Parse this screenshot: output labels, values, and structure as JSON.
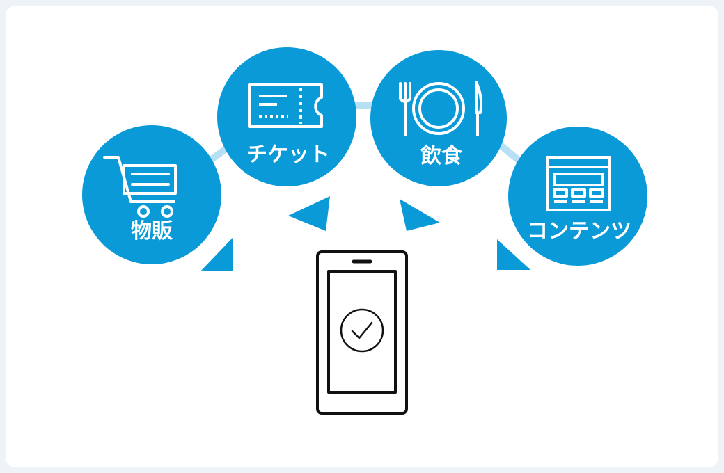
{
  "diagram": {
    "colors": {
      "circle": "#0a9ad8",
      "connector": "#b7e0f5",
      "icon": "#ffffff",
      "device": "#111111",
      "background": "#ffffff"
    },
    "nodes": [
      {
        "id": "merchandise",
        "label": "物販",
        "icon": "shopping-cart-icon"
      },
      {
        "id": "ticket",
        "label": "チケット",
        "icon": "ticket-icon"
      },
      {
        "id": "food",
        "label": "飲食",
        "icon": "plate-fork-knife-icon"
      },
      {
        "id": "content",
        "label": "コンテンツ",
        "icon": "web-page-icon"
      }
    ],
    "center": {
      "icon": "smartphone-icon",
      "screen_icon": "check-circle-icon"
    }
  }
}
